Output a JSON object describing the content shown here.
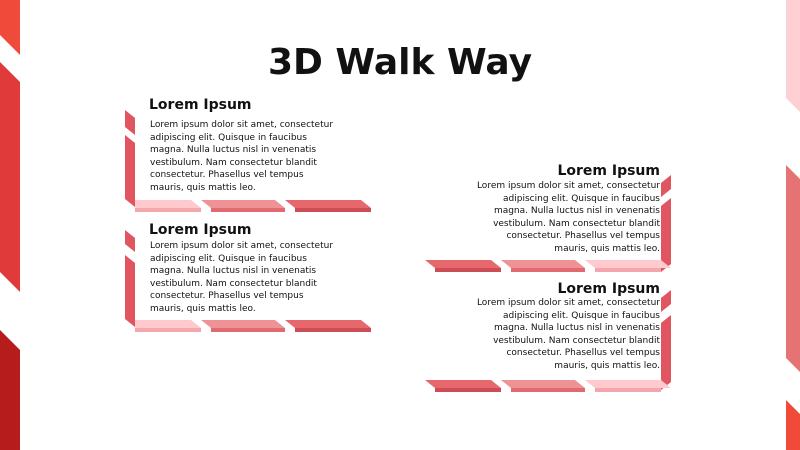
{
  "title": "3D Walk Way",
  "colors": {
    "accent_red": "#e03a3a",
    "dark_red": "#b71c1c",
    "light_pink": "#ffc9cd",
    "mid_pink": "#ef9296",
    "rose": "#e6676c"
  },
  "blocks": [
    {
      "heading": "Lorem Ipsum",
      "body": "Lorem ipsum dolor sit amet, consectetur adipiscing elit. Quisque in faucibus magna. Nulla luctus nisl in venenatis vestibulum. Nam consectetur blandit consectetur. Phasellus vel tempus mauris, quis mattis leo."
    },
    {
      "heading": "Lorem Ipsum",
      "body": "Lorem ipsum dolor sit amet, consectetur adipiscing elit. Quisque in faucibus magna. Nulla luctus nisl in venenatis vestibulum. Nam consectetur blandit consectetur. Phasellus vel tempus mauris, quis mattis leo."
    },
    {
      "heading": "Lorem Ipsum",
      "body": "Lorem ipsum dolor sit amet, consectetur adipiscing elit. Quisque in faucibus magna. Nulla luctus nisl in venenatis vestibulum. Nam consectetur blandit consectetur. Phasellus vel tempus mauris, quis mattis leo."
    },
    {
      "heading": "Lorem Ipsum",
      "body": "Lorem ipsum dolor sit amet, consectetur adipiscing elit. Quisque in faucibus magna. Nulla luctus nisl in venenatis vestibulum. Nam consectetur blandit consectetur. Phasellus vel tempus mauris, quis mattis leo."
    }
  ]
}
